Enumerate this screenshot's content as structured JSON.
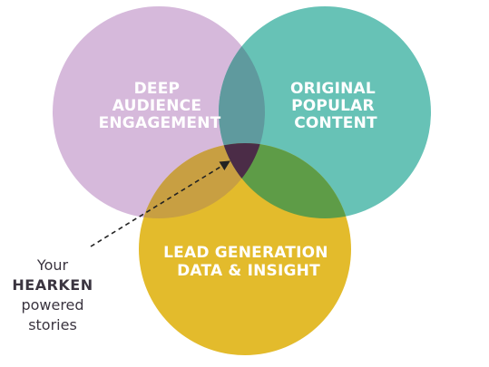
{
  "colors": {
    "circle_audience": "#d6b9db",
    "circle_content": "#67c2b6",
    "circle_lead": "#e3bb2c",
    "overlap_audience_content": "#5f9a9e",
    "overlap_audience_lead": "#c89f42",
    "overlap_content_lead": "#5e9c47",
    "overlap_center": "#4b2c47",
    "label_text": "#ffffff",
    "callout_text": "#3b3540",
    "arrow": "#222222"
  },
  "circles": {
    "audience": {
      "lines": [
        "DEEP",
        "AUDIENCE",
        "ENGAGEMENT"
      ]
    },
    "content": {
      "lines": [
        "ORIGINAL",
        "POPULAR",
        "CONTENT"
      ]
    },
    "lead": {
      "lines": [
        "LEAD GENERATION",
        "DATA & INSIGHT"
      ]
    }
  },
  "callout": {
    "line1": "Your",
    "brand": "HEARKEN",
    "line3": "powered",
    "line4": "stories"
  }
}
